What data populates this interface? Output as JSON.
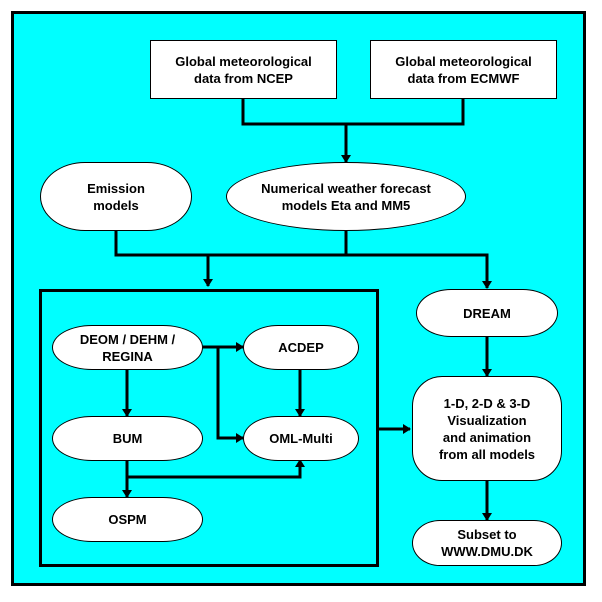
{
  "diagram": {
    "background_color": "#00ffff",
    "nodes": {
      "ncep": {
        "lines": [
          "Global meteorological",
          "data from NCEP"
        ]
      },
      "ecmwf": {
        "lines": [
          "Global meteorological",
          "data from ECMWF"
        ]
      },
      "emission": {
        "lines": [
          "Emission",
          "models"
        ]
      },
      "nwf": {
        "lines": [
          "Numerical weather forecast",
          "models Eta and MM5"
        ]
      },
      "dream": {
        "lines": [
          "DREAM"
        ]
      },
      "deom": {
        "lines": [
          "DEOM / DEHM /",
          "REGINA"
        ]
      },
      "acdep": {
        "lines": [
          "ACDEP"
        ]
      },
      "bum": {
        "lines": [
          "BUM"
        ]
      },
      "oml": {
        "lines": [
          "OML-Multi"
        ]
      },
      "ospm": {
        "lines": [
          "OSPM"
        ]
      },
      "viz": {
        "lines": [
          "1-D, 2-D & 3-D",
          "Visualization",
          "and animation",
          "from all models"
        ]
      },
      "subset": {
        "lines": [
          "Subset to",
          "WWW.DMU.DK"
        ]
      }
    },
    "edges": [
      {
        "from": "ncep",
        "to": "nwf"
      },
      {
        "from": "ecmwf",
        "to": "nwf"
      },
      {
        "from": "emission",
        "to": "model-group"
      },
      {
        "from": "nwf",
        "to": "model-group"
      },
      {
        "from": "nwf",
        "to": "dream"
      },
      {
        "from": "deom",
        "to": "acdep"
      },
      {
        "from": "deom",
        "to": "oml"
      },
      {
        "from": "deom",
        "to": "bum"
      },
      {
        "from": "acdep",
        "to": "oml"
      },
      {
        "from": "bum",
        "to": "ospm"
      },
      {
        "from": "bum",
        "to": "oml"
      },
      {
        "from": "model-group",
        "to": "viz"
      },
      {
        "from": "dream",
        "to": "viz"
      },
      {
        "from": "viz",
        "to": "subset"
      }
    ]
  }
}
